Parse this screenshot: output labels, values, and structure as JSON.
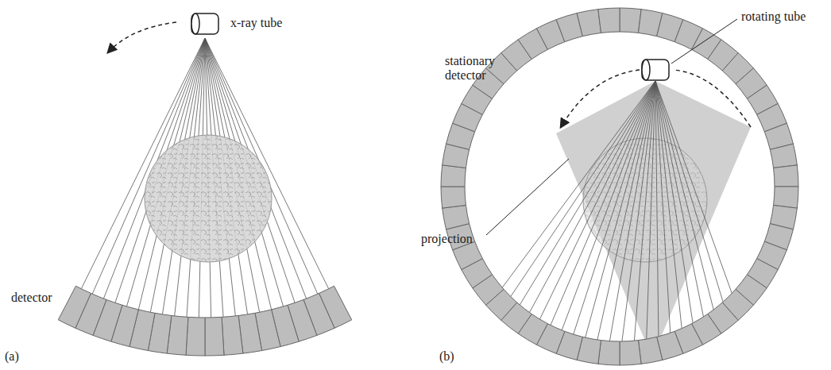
{
  "diagram": {
    "labels": [
      "x-ray tube",
      "detector",
      "(a)",
      "rotating tube",
      "stationary detector",
      "projection",
      "(b)"
    ]
  }
}
